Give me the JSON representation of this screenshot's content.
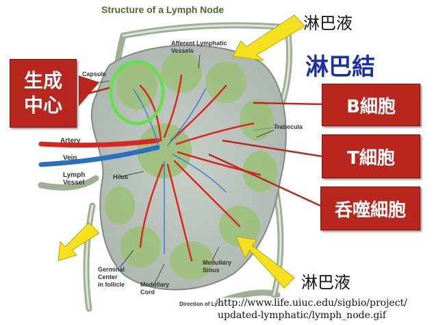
{
  "diagram": {
    "title": "Structure of a Lymph Node",
    "labels": {
      "afferent": "Afferent Lymphatic\nVessels",
      "capsule": "Capsule",
      "trabecula": "Trabecula",
      "artery": "Artery",
      "vein": "Vein",
      "lymph_vessel": "Lymph\nVessel",
      "hilus": "Hilus",
      "germinal": "Germinal\nCenter\nin follicle",
      "medullary_cord": "Medullary\nCord",
      "medullary_sinus": "Medullary\nSinus",
      "direction": "Direction of Lymph"
    }
  },
  "annotations": {
    "lymph_fluid_top": "淋巴液",
    "lymph_fluid_bottom": "淋巴液",
    "lymph_node_title": "淋巴結",
    "germinal_center_box": "生成\n中心",
    "b_cell_box": "B細胞",
    "t_cell_box": "T細胞",
    "macrophage_box": "呑噬細胞"
  },
  "source_url": {
    "line1": "http://www.life.uiuc.edu/sigbio/project/",
    "line2": "updated-lymphatic/lymph_node.gif"
  },
  "colors": {
    "red_box": "#b8261e",
    "title_blue": "#1a2fa8",
    "arrow_yellow": "#f5e020",
    "highlight_green": "#66e04a",
    "artery_red": "#d8261e",
    "vein_blue": "#2a6fc0"
  }
}
